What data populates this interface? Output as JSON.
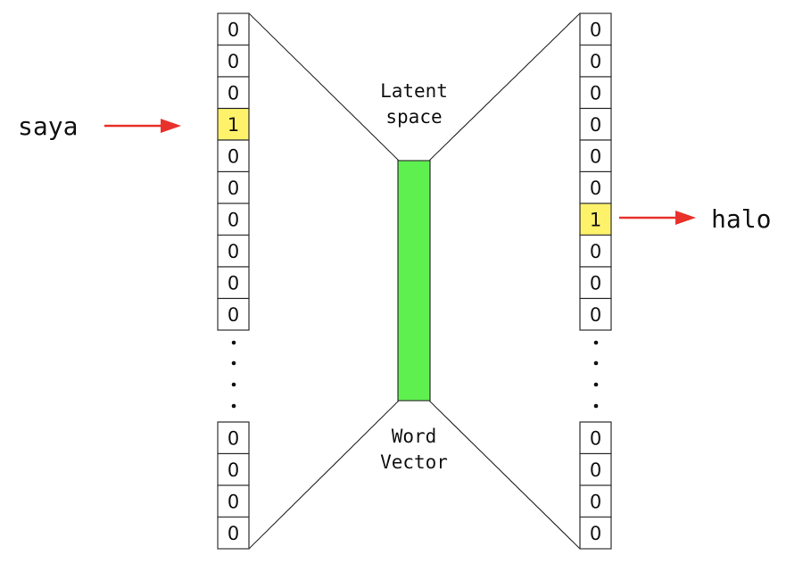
{
  "input": {
    "word": "saya",
    "top_cells": [
      "0",
      "0",
      "0",
      "1",
      "0",
      "0",
      "0",
      "0",
      "0",
      "0"
    ],
    "bottom_cells": [
      "0",
      "0",
      "0",
      "0"
    ],
    "hot_index": 3
  },
  "output": {
    "word": "halo",
    "top_cells": [
      "0",
      "0",
      "0",
      "0",
      "0",
      "0",
      "1",
      "0",
      "0",
      "0"
    ],
    "bottom_cells": [
      "0",
      "0",
      "0",
      "0"
    ],
    "hot_index": 6
  },
  "latent_label": [
    "Latent",
    "space"
  ],
  "vector_label": [
    "Word",
    "Vector"
  ],
  "colors": {
    "highlight": "#fdf26a",
    "bottleneck": "#5ef04f",
    "arrow": "#e8312a",
    "line": "#333333"
  }
}
